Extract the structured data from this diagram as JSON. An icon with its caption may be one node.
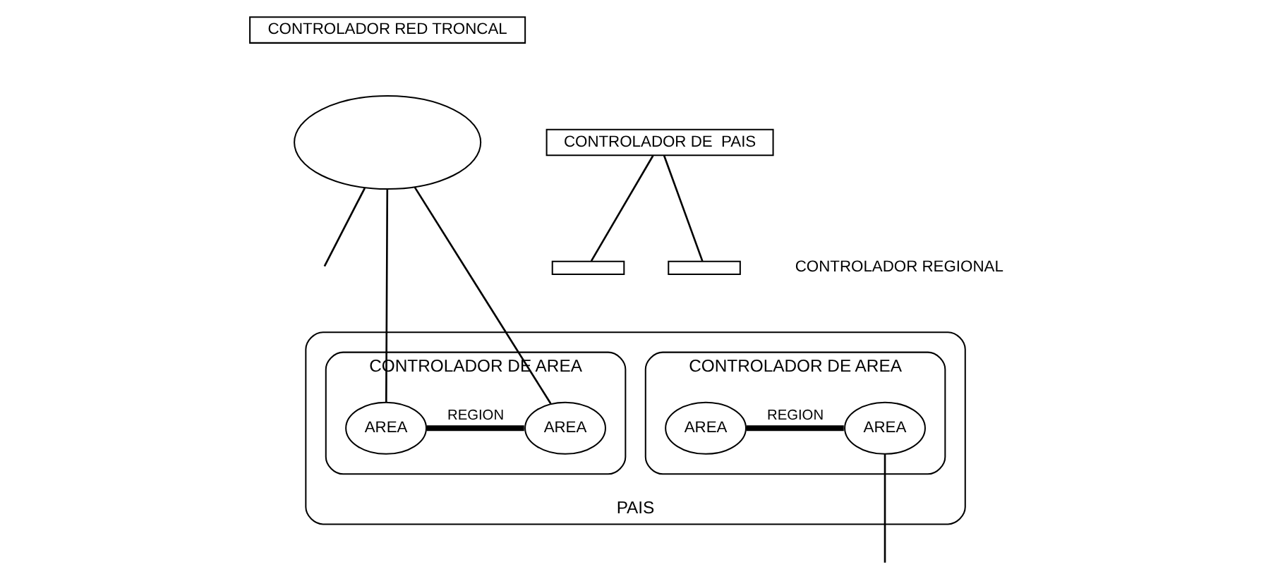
{
  "diagram": {
    "nodes": [
      {
        "text": [
          "CONTROLADOR RED TRONCAL"
        ]
      },
      {
        "text": [],
        "shape": "ellipse"
      },
      {
        "text": [
          "CONTROLADOR DE  PAIS"
        ]
      },
      {
        "text": [
          "PAIS"
        ]
      },
      {
        "text": [],
        "shape": "box"
      },
      {
        "text": [],
        "shape": "box"
      },
      {
        "text": [
          "CONTROLADOR DE AREA"
        ],
        "in": 3
      },
      {
        "text": [
          "AREA"
        ],
        "in": 6
      },
      {
        "text": [
          "AREA"
        ],
        "in": 6
      },
      {
        "text": [
          "CONTROLADOR DE AREA"
        ],
        "in": 3
      },
      {
        "text": [
          "AREA"
        ],
        "in": 9
      },
      {
        "text": [
          "AREA"
        ],
        "in": 9
      }
    ],
    "edges": [
      {
        "from": 1,
        "to": null,
        "arrow": "none"
      },
      {
        "from": 1,
        "to": 7,
        "arrow": "none"
      },
      {
        "from": 1,
        "to": 8,
        "arrow": "none"
      },
      {
        "from": 2,
        "to": 4,
        "arrow": "none"
      },
      {
        "from": 2,
        "to": 5,
        "arrow": "none"
      },
      {
        "from": 7,
        "to": 8,
        "label": "REGION",
        "arrow": "none",
        "style": "thick"
      },
      {
        "from": 10,
        "to": 11,
        "label": "REGION",
        "arrow": "none",
        "style": "thick"
      },
      {
        "from": 11,
        "to": null,
        "arrow": "none"
      }
    ],
    "labels": [
      "CONTROLADOR REGIONAL"
    ]
  }
}
